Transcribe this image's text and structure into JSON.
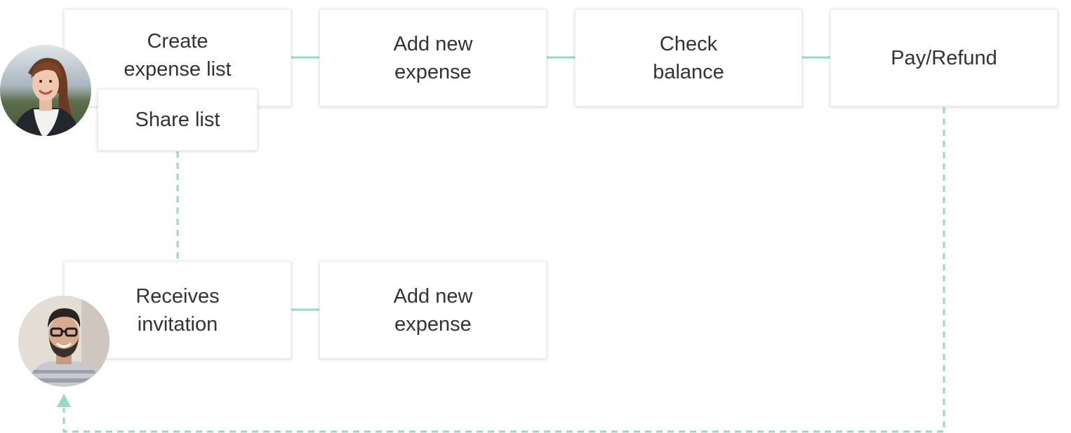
{
  "colors": {
    "connector": "#9ad9c1",
    "box_text": "#333333",
    "box_border": "#ededed"
  },
  "user_a": {
    "avatar_icon": "woman-avatar-photo",
    "steps": {
      "create": "Create\nexpense list",
      "add": "Add new\nexpense",
      "check": "Check\nbalance",
      "pay": "Pay/Refund",
      "share": "Share list"
    }
  },
  "user_b": {
    "avatar_icon": "man-avatar-photo",
    "steps": {
      "receives": "Receives\ninvitation",
      "add": "Add new\nexpense"
    }
  }
}
